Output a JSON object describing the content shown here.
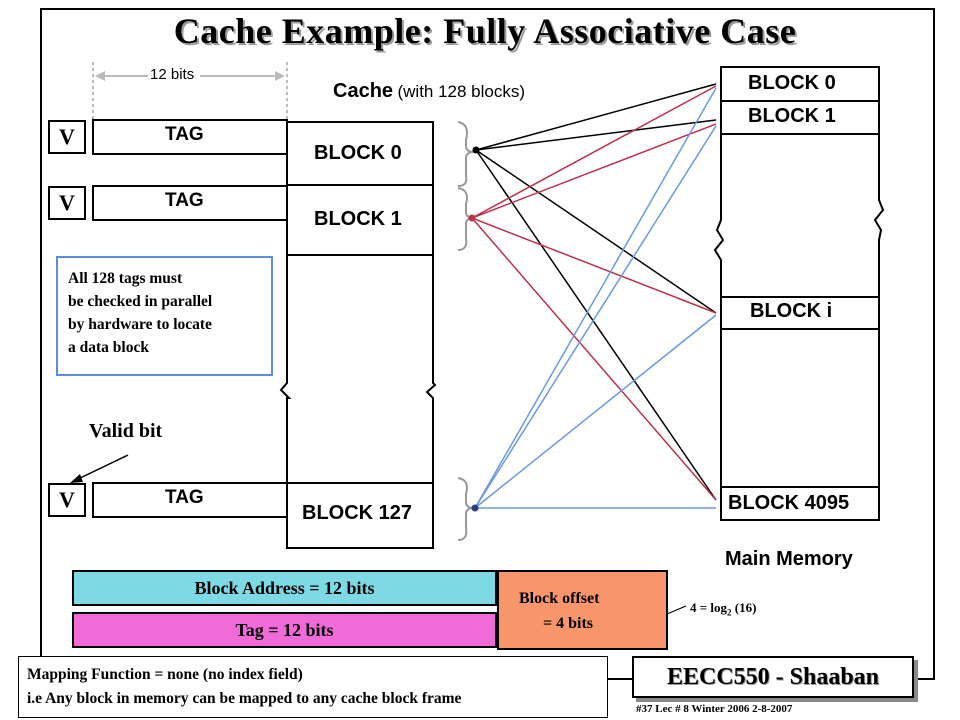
{
  "title": "Cache Example: Fully Associative Case",
  "cache": {
    "tag_width_label": "12 bits",
    "heading": "Cache",
    "heading_note": "(with 128 blocks)",
    "valid_label": "V",
    "tag_label": "TAG",
    "blocks": [
      "BLOCK 0",
      "BLOCK 1",
      "BLOCK 127"
    ]
  },
  "note": {
    "lines": [
      "All 128 tags must",
      "be checked in parallel",
      "by hardware to locate",
      "a data block"
    ]
  },
  "valid_bit_label": "Valid bit",
  "main_memory": {
    "blocks": [
      "BLOCK 0",
      "BLOCK 1",
      "BLOCK i",
      "BLOCK 4095"
    ],
    "label": "Main Memory"
  },
  "address": {
    "block_address": "Block Address  = 12 bits",
    "tag": "Tag  = 12 bits",
    "offset_line1": "Block offset",
    "offset_line2": "=  4 bits",
    "log_note": "4 = log",
    "log_sub": "2",
    "log_arg": " (16)"
  },
  "mapping": {
    "line1": "Mapping Function = none  (no index field)",
    "line2": "i.e Any block in memory can be mapped  to any cache block frame"
  },
  "brand": "EECC550 - Shaaban",
  "footer": "#37   Lec # 8   Winter 2006   2-8-2007",
  "colors": {
    "block_address_bg": "#7dd9e3",
    "tag_bg": "#f06ad8",
    "offset_bg": "#f7966a",
    "note_border": "#5b8ee0",
    "line_black": "#000000",
    "line_red": "#c0304a",
    "line_blue": "#6a9ae0"
  }
}
